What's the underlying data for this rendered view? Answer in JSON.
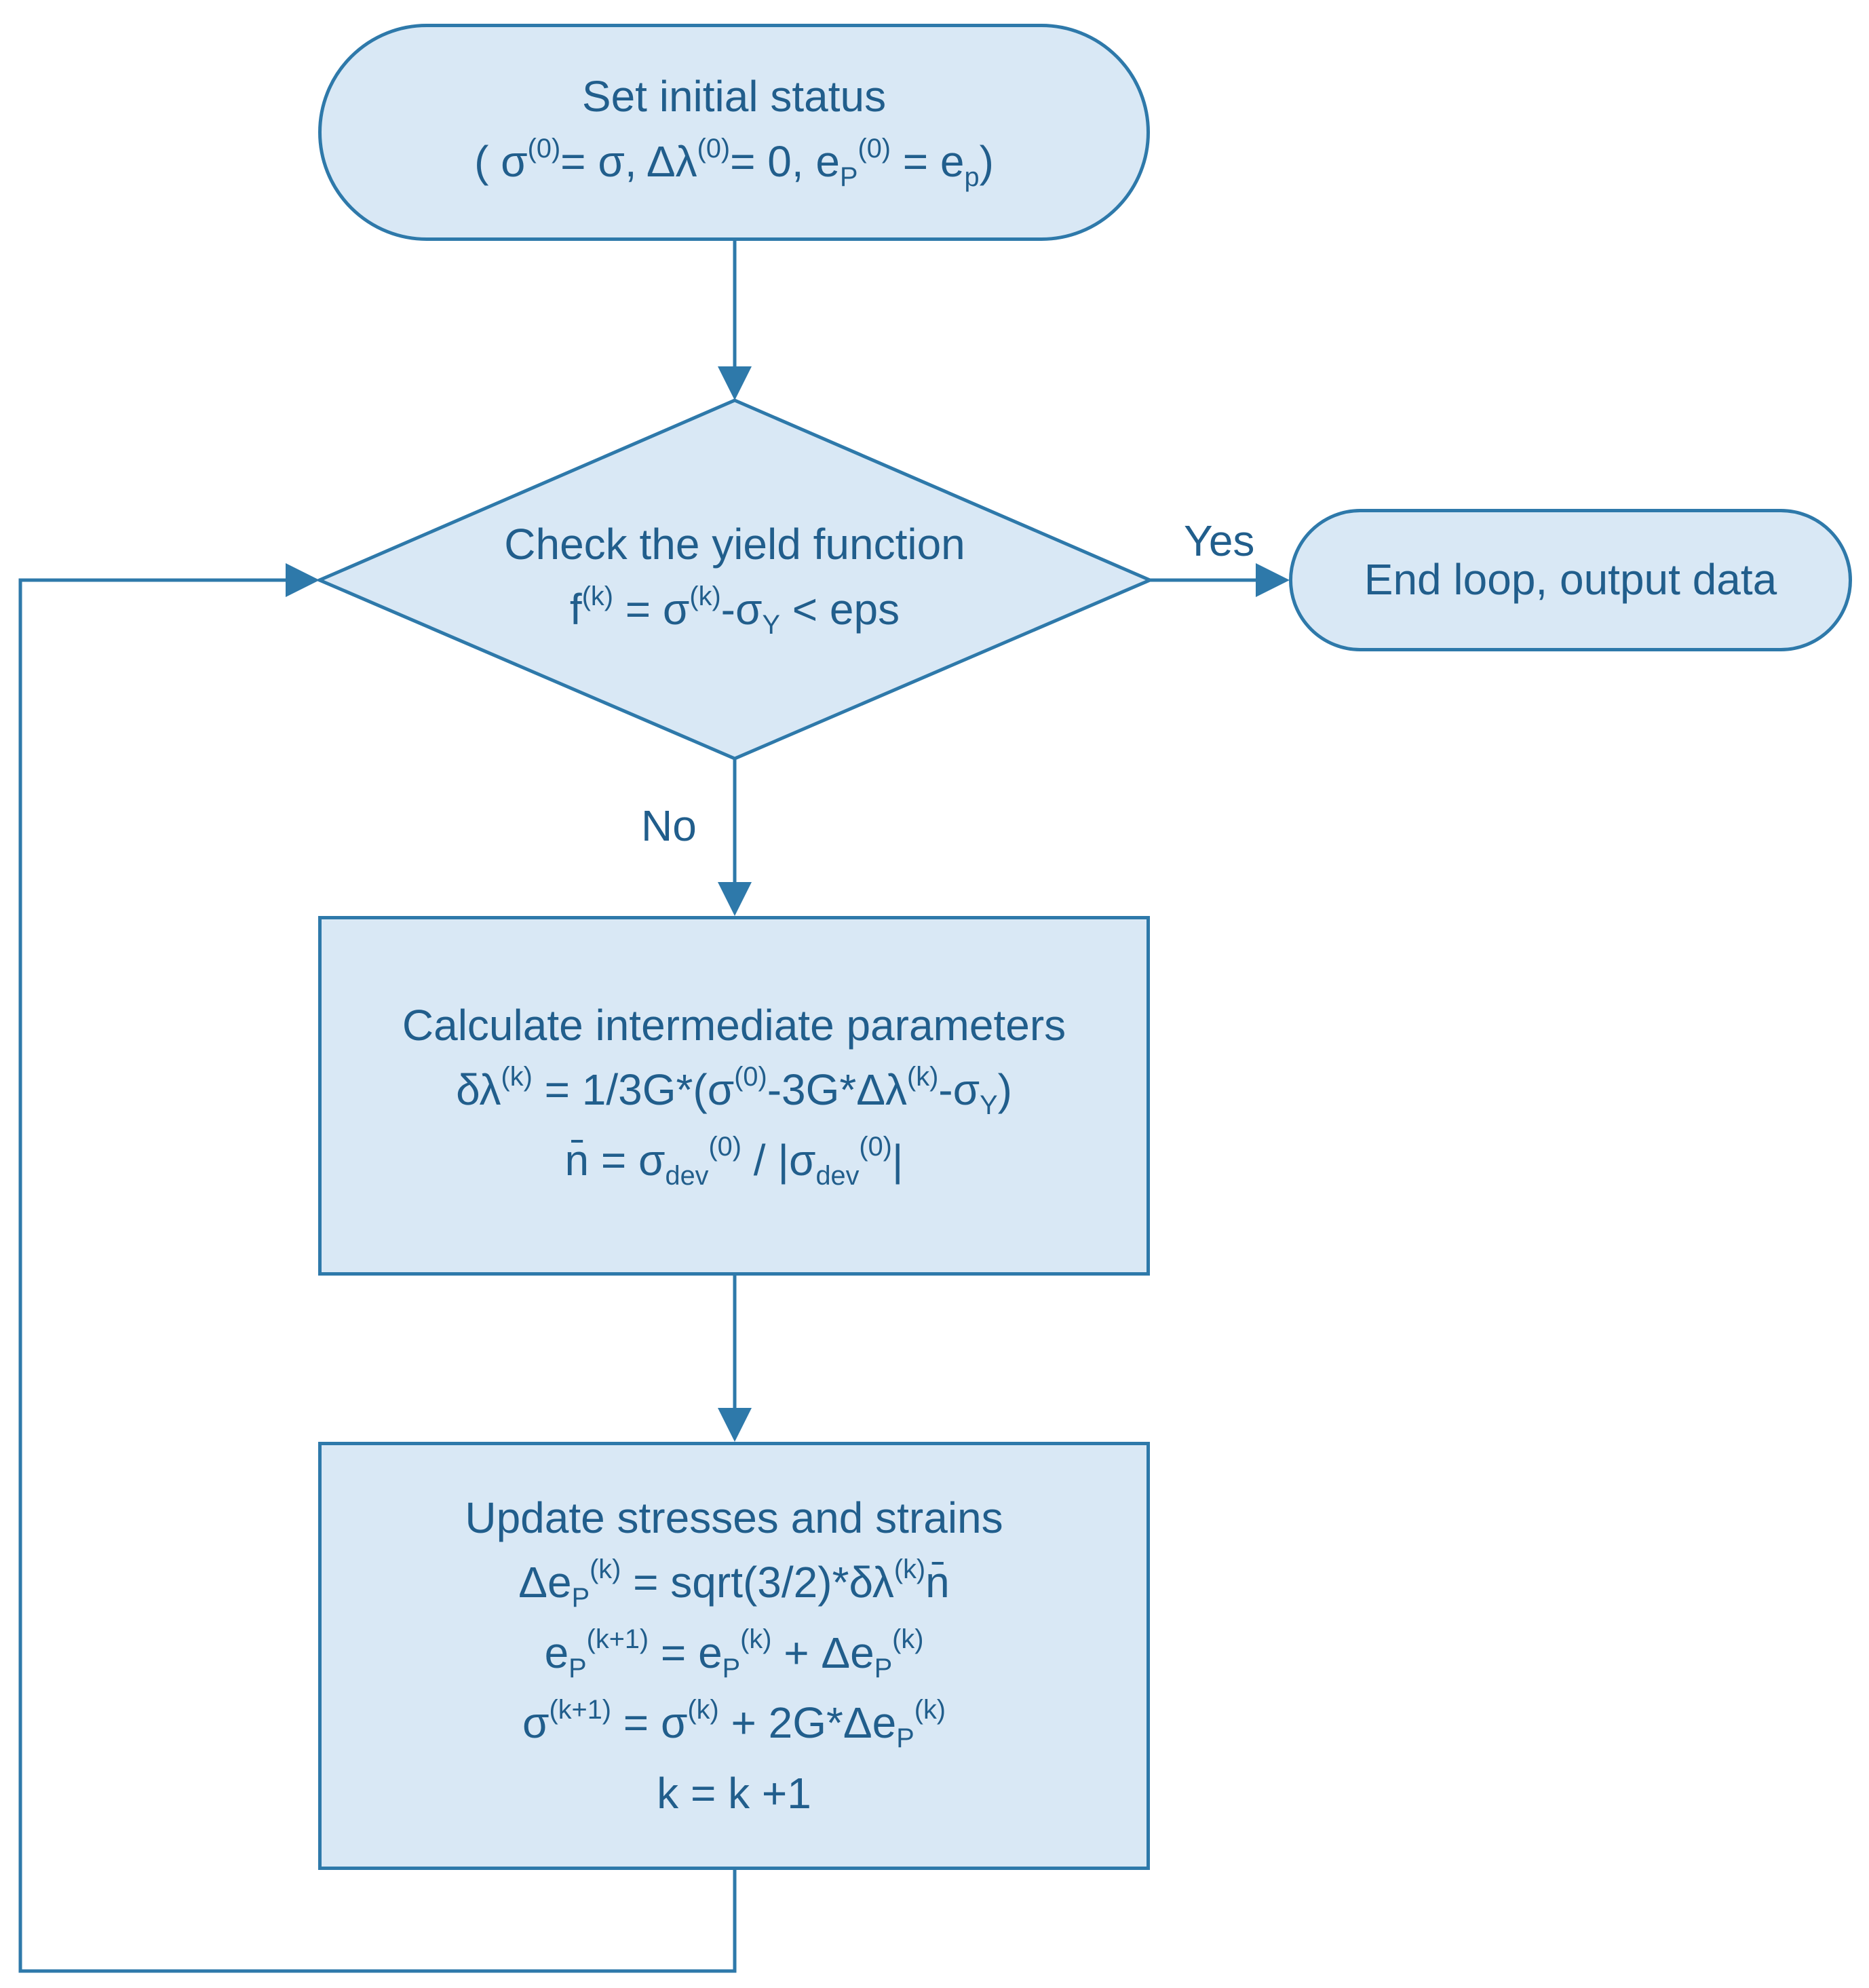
{
  "start": {
    "title": "Set initial status",
    "eq_parts": [
      "( σ",
      "(0)",
      "= σ, Δλ",
      "(0)",
      "= 0, e",
      "P",
      "(0)",
      " = e",
      "p",
      ")"
    ]
  },
  "decision": {
    "title": "Check the yield function",
    "eq_parts": [
      "f",
      "(k)",
      " = σ",
      "(k)",
      "-σ",
      "Y",
      " < eps"
    ],
    "yes_label": "Yes",
    "no_label": "No"
  },
  "end": {
    "label": "End loop, output data"
  },
  "calc": {
    "title": "Calculate intermediate parameters",
    "eq1_parts": [
      "δλ",
      "(k)",
      " = 1/3G*(σ",
      "(0)",
      "-3G*Δλ",
      "(k)",
      "-σ",
      "Y",
      ")"
    ],
    "eq2_parts": [
      "n̄ = σ",
      "dev",
      "(0)",
      " / |σ",
      "dev",
      "(0)",
      "|"
    ]
  },
  "update": {
    "title": "Update stresses and strains",
    "eq1_parts": [
      "Δe",
      "P",
      "(k)",
      " = sqrt(3/2)*δλ",
      "(k)",
      "n̄"
    ],
    "eq2_parts": [
      "e",
      "P",
      "(k+1)",
      " = e",
      "P",
      "(k)",
      " + Δe",
      "P",
      "(k)"
    ],
    "eq3_parts": [
      "σ",
      "(k+1)",
      " = σ",
      "(k)",
      " + 2G*Δe",
      "P",
      "(k)"
    ],
    "eq4": "k = k +1"
  },
  "colors": {
    "fill": "#d9e8f5",
    "stroke": "#2e79aa",
    "text": "#215e8c"
  }
}
